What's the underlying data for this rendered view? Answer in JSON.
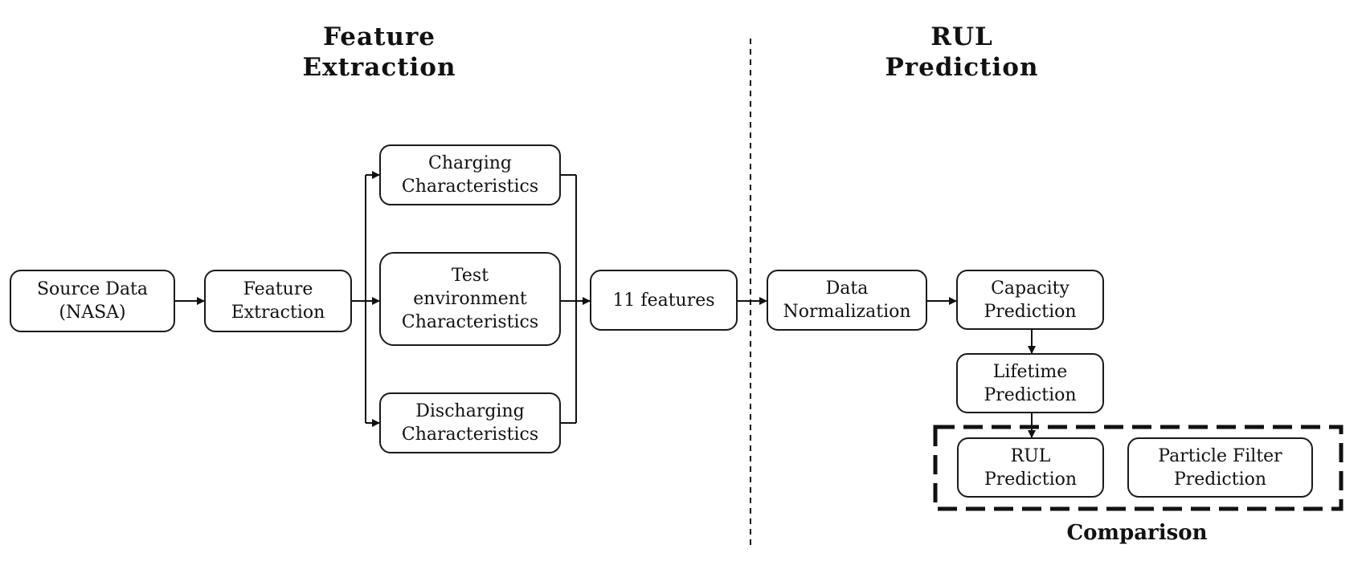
{
  "sections": {
    "feature_extraction": "Feature\nExtraction",
    "rul_prediction": "RUL\nPrediction"
  },
  "nodes": {
    "source_data": "Source Data\n(NASA)",
    "feature_extraction": "Feature\nExtraction",
    "charging": "Charging\nCharacteristics",
    "test_environment": "Test\nenvironment\nCharacteristics",
    "discharging": "Discharging\nCharacteristics",
    "features": "11 features",
    "data_normalization": "Data\nNormalization",
    "capacity_prediction": "Capacity\nPrediction",
    "lifetime_prediction": "Lifetime\nPrediction",
    "rul_prediction": "RUL\nPrediction",
    "particle_filter": "Particle Filter\nPrediction"
  },
  "comparison_label": "Comparison",
  "colors": {
    "stroke": "#1a1a1a",
    "background": "#ffffff"
  }
}
